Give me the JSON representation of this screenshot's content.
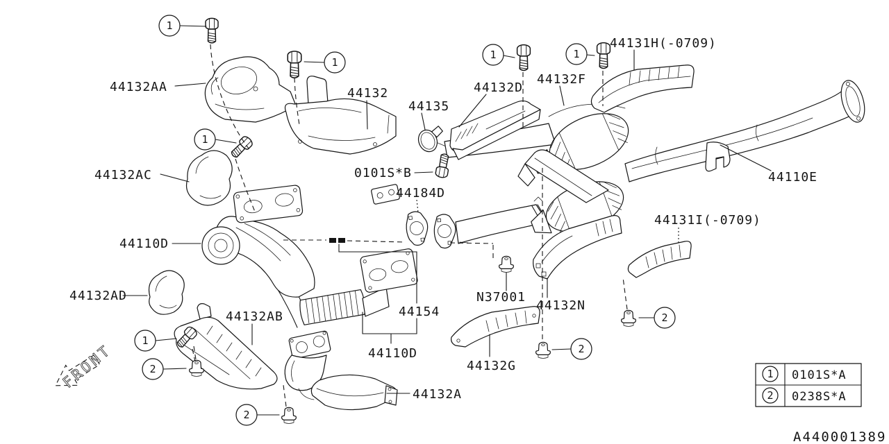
{
  "diagram": {
    "drawing_number": "A440001389",
    "front_indicator": "FRONT",
    "colors": {
      "line": "#141414",
      "background": "#ffffff"
    },
    "markers": {
      "bolt_marker": "1",
      "nut_marker": "2"
    },
    "legend": [
      {
        "marker": "1",
        "part_code": "0101S*A"
      },
      {
        "marker": "2",
        "part_code": "0238S*A"
      }
    ],
    "labels": [
      {
        "id": "44132AA",
        "text": "44132AA"
      },
      {
        "id": "44132",
        "text": "44132"
      },
      {
        "id": "44135",
        "text": "44135"
      },
      {
        "id": "44132D",
        "text": "44132D"
      },
      {
        "id": "44132F",
        "text": "44132F"
      },
      {
        "id": "44131H",
        "text": "44131H(-0709)"
      },
      {
        "id": "44110E",
        "text": "44110E"
      },
      {
        "id": "44132AC",
        "text": "44132AC"
      },
      {
        "id": "0101S*B",
        "text": "0101S*B"
      },
      {
        "id": "44184D",
        "text": "44184D"
      },
      {
        "id": "44131I",
        "text": "44131I(-0709)"
      },
      {
        "id": "44110D-upper",
        "text": "44110D"
      },
      {
        "id": "44132AD",
        "text": "44132AD"
      },
      {
        "id": "44132AB",
        "text": "44132AB"
      },
      {
        "id": "44154",
        "text": "44154"
      },
      {
        "id": "N37001",
        "text": "N37001"
      },
      {
        "id": "44132N",
        "text": "44132N"
      },
      {
        "id": "44110D-lower",
        "text": "44110D"
      },
      {
        "id": "44132G",
        "text": "44132G"
      },
      {
        "id": "44132A",
        "text": "44132A"
      }
    ]
  }
}
